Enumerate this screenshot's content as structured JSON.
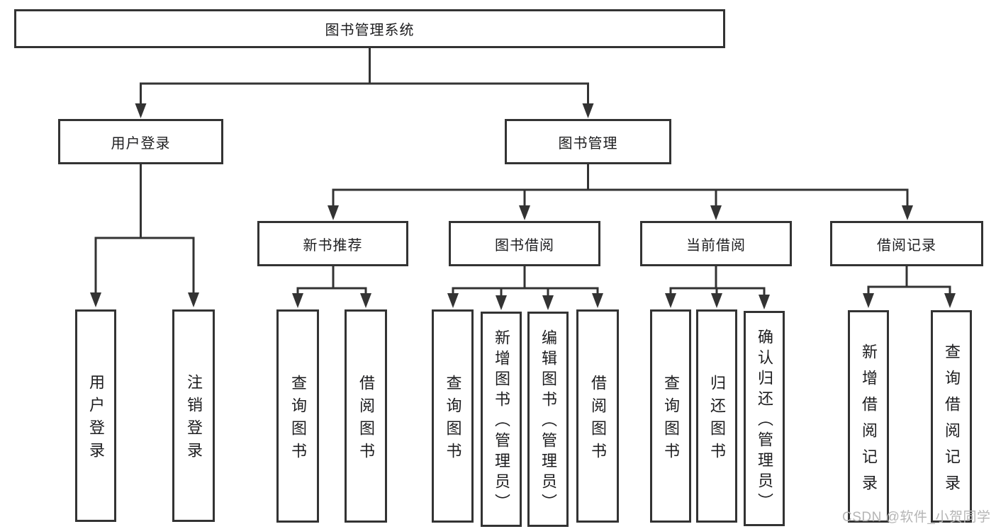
{
  "diagram": {
    "title": "图书管理系统",
    "root": {
      "label": "图书管理系统"
    },
    "level2": [
      {
        "label": "用户登录"
      },
      {
        "label": "图书管理"
      }
    ],
    "login_children": [
      {
        "label": "用户登录"
      },
      {
        "label": "注销登录"
      }
    ],
    "level3": [
      {
        "label": "新书推荐"
      },
      {
        "label": "图书借阅"
      },
      {
        "label": "当前借阅"
      },
      {
        "label": "借阅记录"
      }
    ],
    "recommend_children": [
      {
        "label": "查询图书"
      },
      {
        "label": "借阅图书"
      }
    ],
    "borrow_children": [
      {
        "label": "查询图书"
      },
      {
        "label": "新增图书（管理员）"
      },
      {
        "label": "编辑图书（管理员）"
      },
      {
        "label": "借阅图书"
      }
    ],
    "current_children": [
      {
        "label": "查询图书"
      },
      {
        "label": "归还图书"
      },
      {
        "label": "确认归还（管理员）"
      }
    ],
    "record_children": [
      {
        "label": "新增借阅记录"
      },
      {
        "label": "查询借阅记录"
      }
    ]
  },
  "watermark": {
    "text": "CSDN @软件_小贺同学"
  },
  "colors": {
    "line": "#333333",
    "box_background": "#ffffff",
    "text": "#1d1d1f",
    "watermark": "#b5b5b5"
  }
}
